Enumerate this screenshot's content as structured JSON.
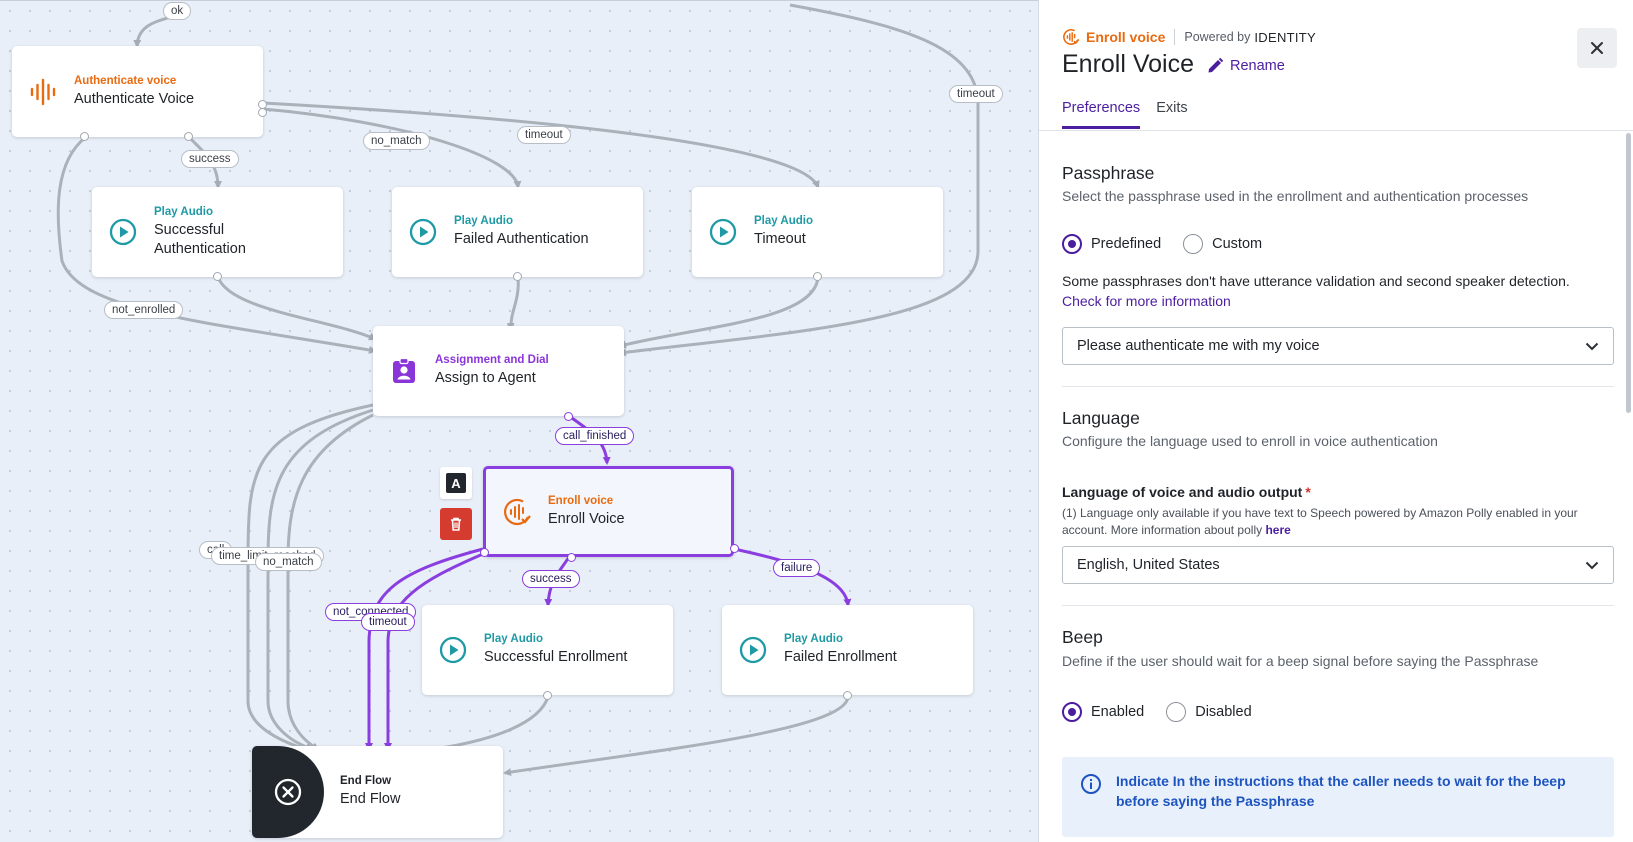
{
  "canvas": {
    "nodes": {
      "authenticate": {
        "type": "Authenticate voice",
        "name": "Authenticate Voice"
      },
      "play_success_auth": {
        "type": "Play Audio",
        "name_line1": "Successful",
        "name_line2": "Authentication"
      },
      "play_failed_auth": {
        "type": "Play Audio",
        "name": "Failed Authentication"
      },
      "play_timeout": {
        "type": "Play Audio",
        "name": "Timeout"
      },
      "assign": {
        "type": "Assignment and Dial",
        "name": "Assign to Agent"
      },
      "enroll": {
        "type": "Enroll voice",
        "name": "Enroll Voice"
      },
      "play_success_enroll": {
        "type": "Play Audio",
        "name": "Successful Enrollment"
      },
      "play_failed_enroll": {
        "type": "Play Audio",
        "name": "Failed Enrollment"
      },
      "end": {
        "type": "End Flow",
        "name": "End Flow"
      }
    },
    "edge_labels": {
      "ok": "ok",
      "success_auth": "success",
      "no_match_auth": "no_match",
      "timeout_auth": "timeout",
      "timeout_right": "timeout",
      "not_enrolled": "not_enrolled",
      "call_finished": "call_finished",
      "call_partial": "call",
      "time_limit": "time_limit_reached",
      "no_match_assign": "no_match",
      "success_enroll": "success",
      "failure_enroll": "failure",
      "not_connected": "not_connected",
      "timeout_enroll": "timeout"
    },
    "tools": {
      "rename_tool_letter": "A"
    },
    "colors": {
      "orange": "#ea6a10",
      "teal": "#1e9aa5",
      "purple": "#8a35d8",
      "selected": "#8a3ee0",
      "delete": "#d63b2f"
    }
  },
  "panel": {
    "header": {
      "node_type": "Enroll voice",
      "powered_by": "Powered by",
      "brand": "IDENTITY",
      "title": "Enroll Voice",
      "rename": "Rename"
    },
    "tabs": [
      {
        "label": "Preferences",
        "active": true
      },
      {
        "label": "Exits",
        "active": false
      }
    ],
    "passphrase": {
      "title": "Passphrase",
      "description": "Select the passphrase used in the enrollment and authentication processes",
      "options": [
        {
          "label": "Predefined",
          "selected": true
        },
        {
          "label": "Custom",
          "selected": false
        }
      ],
      "warning": "Some passphrases don't have utterance validation and second speaker detection.",
      "info_link": "Check for more information",
      "selected_value": "Please authenticate me with my voice"
    },
    "language": {
      "title": "Language",
      "description": "Configure the language used to enroll in voice authentication",
      "field_label": "Language of voice and audio output",
      "required_mark": "*",
      "note": "(1) Language only available if you have text to Speech powered by Amazon Polly enabled in your account. More information about polly",
      "note_link": "here",
      "selected_value": "English, United States"
    },
    "beep": {
      "title": "Beep",
      "description": "Define if the user should wait for a beep signal before saying the Passphrase",
      "options": [
        {
          "label": "Enabled",
          "selected": true
        },
        {
          "label": "Disabled",
          "selected": false
        }
      ],
      "info": "Indicate In the instructions that the caller needs to wait for the beep before saying the Passphrase"
    }
  }
}
